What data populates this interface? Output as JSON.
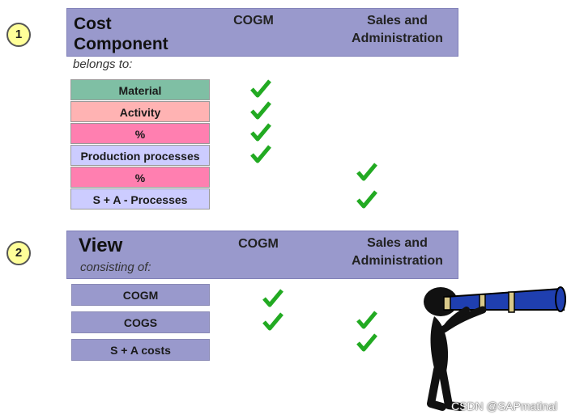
{
  "section1": {
    "number": "1",
    "title_line1": "Cost",
    "title_line2": "Component",
    "col1": "COGM",
    "col2_line1": "Sales and",
    "col2_line2": "Administration",
    "subtitle": "belongs to:",
    "rows": [
      {
        "label": "Material",
        "color": "#7fbfa4"
      },
      {
        "label": "Activity",
        "color": "#ffb3b3"
      },
      {
        "label": "%",
        "color": "#ff7fb0"
      },
      {
        "label": "Production processes",
        "color": "#ccccff"
      },
      {
        "label": "%",
        "color": "#ff7fb0"
      },
      {
        "label": "S + A - Processes",
        "color": "#ccccff"
      }
    ]
  },
  "section2": {
    "number": "2",
    "title": "View",
    "subtitle": "consisting of:",
    "col1": "COGM",
    "col2_line1": "Sales and",
    "col2_line2": "Administration",
    "rows": [
      {
        "label": "COGM"
      },
      {
        "label": "COGS"
      },
      {
        "label": "S + A costs"
      }
    ]
  },
  "colors": {
    "header": "#9999cc",
    "check": "#22aa22",
    "badge": "#ffff99"
  },
  "watermark": "CSDN @SAPmatinal"
}
